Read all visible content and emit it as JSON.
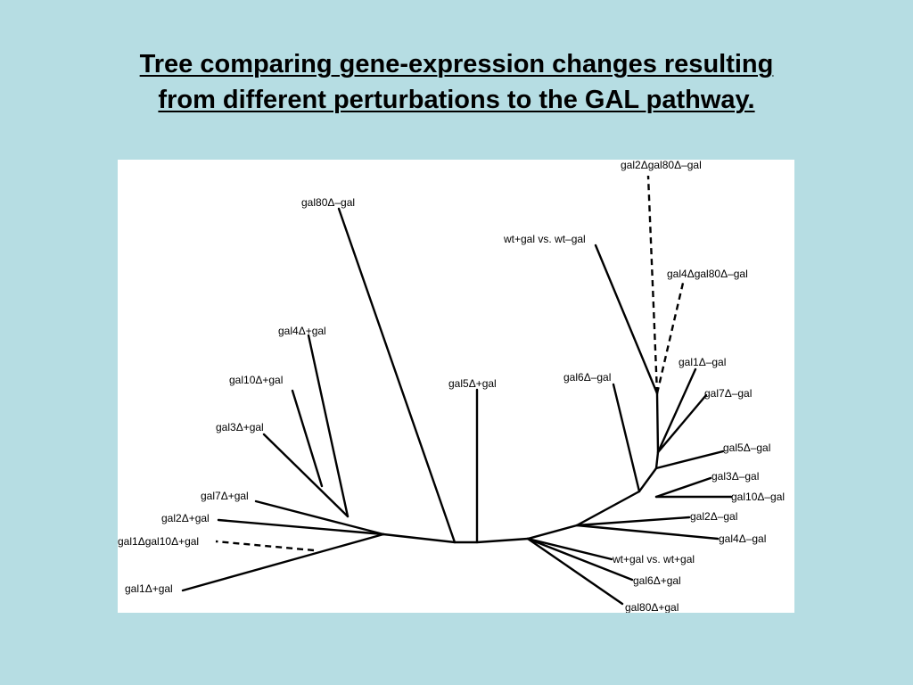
{
  "title": {
    "line1": "Tree comparing gene-expression changes resulting",
    "line2": "from different perturbations to the GAL pathway."
  },
  "tree": {
    "leaves": [
      {
        "key": "gal80d_minus_gal",
        "label": "gal80Δ–gal"
      },
      {
        "key": "gal2d_gal80d_minus_gal",
        "label": "gal2Δgal80Δ–gal"
      },
      {
        "key": "wt_plus_vs_wt_minus",
        "label": "wt+gal vs. wt–gal"
      },
      {
        "key": "gal4d_gal80d_minus_gal",
        "label": "gal4Δgal80Δ–gal"
      },
      {
        "key": "gal4d_plus_gal",
        "label": "gal4Δ+gal"
      },
      {
        "key": "gal1d_minus_gal",
        "label": "gal1Δ–gal"
      },
      {
        "key": "gal10d_plus_gal",
        "label": "gal10Δ+gal"
      },
      {
        "key": "gal5d_plus_gal",
        "label": "gal5Δ+gal"
      },
      {
        "key": "gal6d_minus_gal",
        "label": "gal6Δ–gal"
      },
      {
        "key": "gal7d_minus_gal",
        "label": "gal7Δ–gal"
      },
      {
        "key": "gal3d_plus_gal",
        "label": "gal3Δ+gal"
      },
      {
        "key": "gal5d_minus_gal",
        "label": "gal5Δ–gal"
      },
      {
        "key": "gal3d_minus_gal",
        "label": "gal3Δ–gal"
      },
      {
        "key": "gal7d_plus_gal",
        "label": "gal7Δ+gal"
      },
      {
        "key": "gal10d_minus_gal",
        "label": "gal10Δ–gal"
      },
      {
        "key": "gal2d_minus_gal",
        "label": "gal2Δ–gal"
      },
      {
        "key": "gal2d_plus_gal",
        "label": "gal2Δ+gal"
      },
      {
        "key": "gal4d_minus_gal",
        "label": "gal4Δ–gal"
      },
      {
        "key": "gal1d_gal10d_plus_gal",
        "label": "gal1Δgal10Δ+gal"
      },
      {
        "key": "wt_plus_vs_wt_plus",
        "label": "wt+gal vs. wt+gal"
      },
      {
        "key": "gal6d_plus_gal",
        "label": "gal6Δ+gal"
      },
      {
        "key": "gal1d_plus_gal",
        "label": "gal1Δ+gal"
      },
      {
        "key": "gal80d_plus_gal",
        "label": "gal80Δ+gal"
      }
    ]
  }
}
